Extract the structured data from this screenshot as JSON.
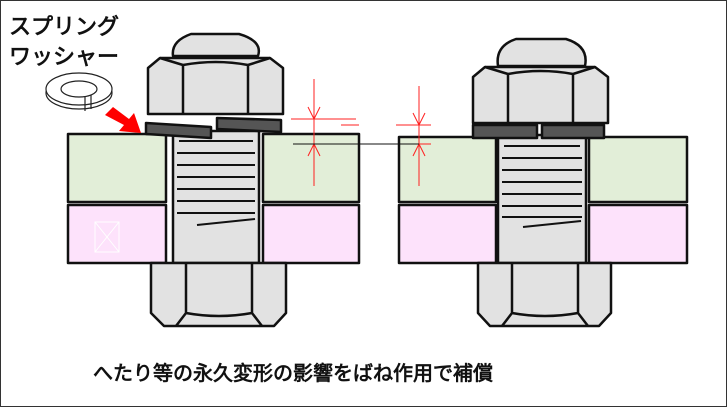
{
  "title": {
    "line1": "スプリング",
    "line2": "ワッシャー"
  },
  "caption": "へたり等の永久変形の影響をばね作用で補償",
  "colors": {
    "plate_top": "#e2eed8",
    "plate_bottom": "#fde2fb",
    "steel": "#e2e2e2",
    "washer": "#555555",
    "dimension": "#ff2020",
    "arrow": "#ff0000"
  }
}
